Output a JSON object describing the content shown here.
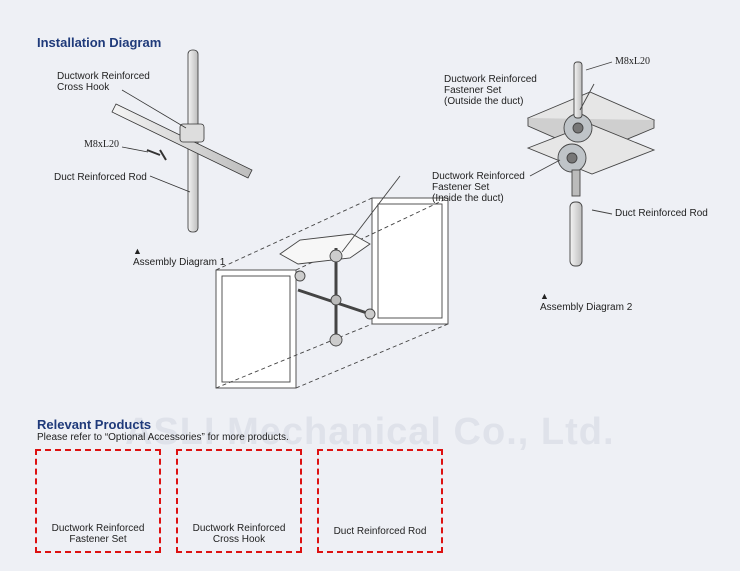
{
  "title": "Installation Diagram",
  "watermark": "ASLI Mechanical Co., Ltd.",
  "diagram1": {
    "hook_label": "Ductwork Reinforced\nCross Hook",
    "bolt_label": "M8xL20",
    "rod_label": "Duct Reinforced Rod",
    "caption": "Assembly Diagram 1"
  },
  "center": {
    "label": "Ductwork Reinforced\nFastener Set\n(Inside the duct)"
  },
  "diagram2": {
    "bolt_label": "M8xL20",
    "fastener_label": "Ductwork Reinforced\nFastener Set\n(Outside the duct)",
    "rod_label": "Duct Reinforced Rod",
    "caption": "Assembly Diagram 2"
  },
  "relevant": {
    "title": "Relevant Products",
    "subtitle": "Please refer to “Optional Accessories” for more products.",
    "products": [
      {
        "label": "Ductwork Reinforced\nFastener Set"
      },
      {
        "label": "Ductwork Reinforced\nCross Hook"
      },
      {
        "label": "Duct Reinforced Rod"
      }
    ]
  },
  "triangle_glyph": "▲",
  "colors": {
    "title": "#1f3a7a",
    "card_border": "#dd1111",
    "background": "#eef0f5"
  }
}
